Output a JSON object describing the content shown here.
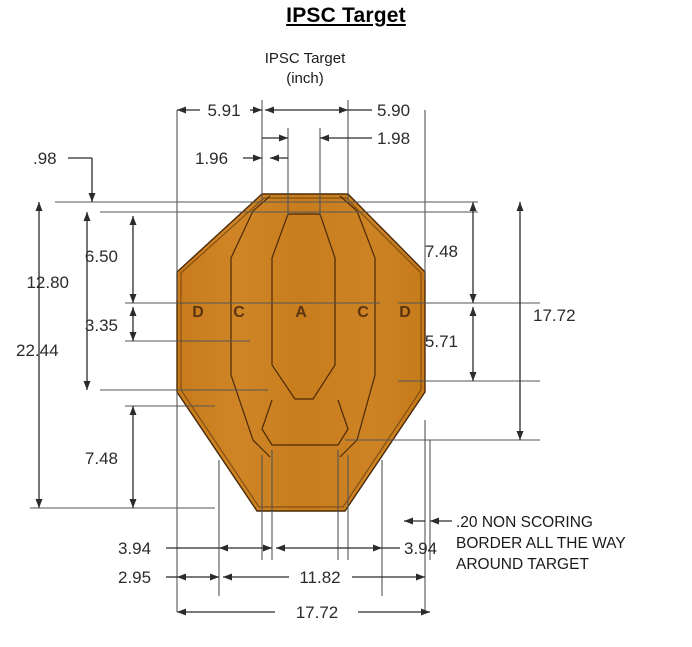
{
  "page": {
    "title": "IPSC Target",
    "subtitle_line1": "IPSC Target",
    "subtitle_line2": "(inch)",
    "units": "inch",
    "background_color": "#ffffff",
    "target_fill_color": "#c8801e",
    "target_outline_color": "#4a2a08",
    "dimension_color": "#2b2b2b"
  },
  "note": {
    "line1": ".20 NON SCORING",
    "line2": "BORDER ALL THE WAY",
    "line3": "AROUND TARGET"
  },
  "zones": [
    {
      "label": "D",
      "position": "far-left"
    },
    {
      "label": "C",
      "position": "left"
    },
    {
      "label": "A",
      "position": "center"
    },
    {
      "label": "C",
      "position": "right"
    },
    {
      "label": "D",
      "position": "far-right"
    }
  ],
  "dimensions": {
    "top": [
      {
        "id": "top-5-91",
        "value": "5.91"
      },
      {
        "id": "top-5-90",
        "value": "5.90"
      },
      {
        "id": "top-1-96",
        "value": "1.96"
      },
      {
        "id": "top-1-98",
        "value": "1.98"
      }
    ],
    "left": [
      {
        "id": "left-0-98",
        "value": ".98"
      },
      {
        "id": "left-6-50",
        "value": "6.50"
      },
      {
        "id": "left-12-80",
        "value": "12.80"
      },
      {
        "id": "left-3-35",
        "value": "3.35"
      },
      {
        "id": "left-22-44",
        "value": "22.44"
      },
      {
        "id": "left-7-48",
        "value": "7.48"
      }
    ],
    "right": [
      {
        "id": "right-7-48",
        "value": "7.48"
      },
      {
        "id": "right-17-72",
        "value": "17.72"
      },
      {
        "id": "right-5-71",
        "value": "5.71"
      }
    ],
    "bottom": [
      {
        "id": "bottom-3-94-left",
        "value": "3.94"
      },
      {
        "id": "bottom-3-94-right",
        "value": "3.94"
      },
      {
        "id": "bottom-2-95",
        "value": "2.95"
      },
      {
        "id": "bottom-11-82",
        "value": "11.82"
      },
      {
        "id": "bottom-17-72",
        "value": "17.72"
      }
    ]
  }
}
